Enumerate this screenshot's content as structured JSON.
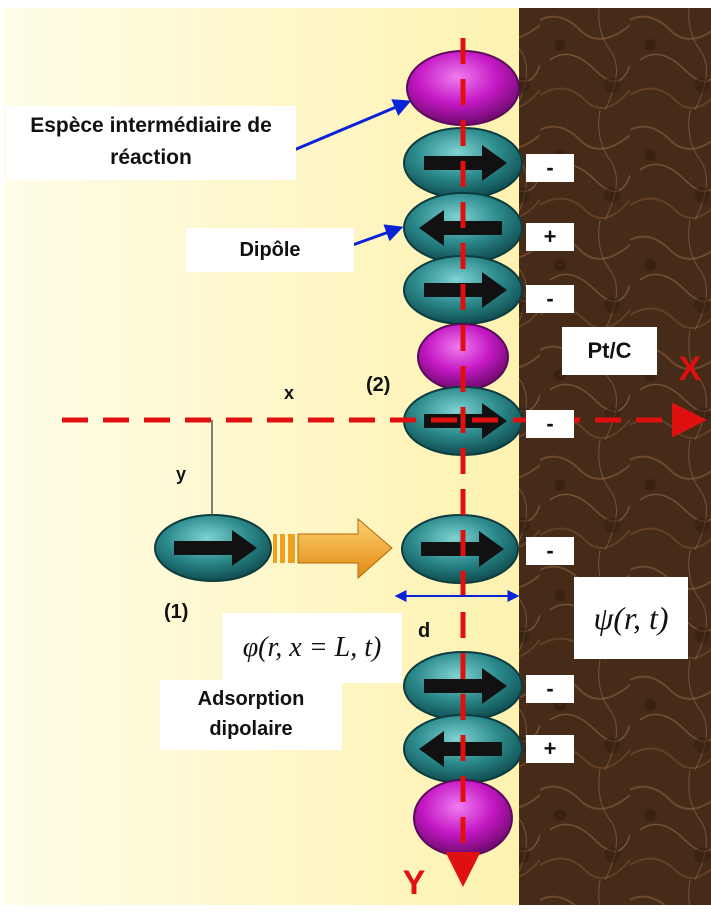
{
  "labels": {
    "intermediate": "Espèce intermédiaire de réaction",
    "dipole": "Dipôle",
    "ptc": "Pt/C",
    "axis_x": "X",
    "axis_y": "Y",
    "coord_x": "x",
    "coord_y": "y",
    "step1": "(1)",
    "step2": "(2)",
    "distance": "d",
    "phi_formula": "φ(r, x = L, t)",
    "psi_formula": "ψ(r, t)",
    "adsorption": "Adsorption dipolaire"
  },
  "signs": [
    "-",
    "+",
    "-",
    "-",
    "-",
    "-",
    "+"
  ],
  "colors": {
    "background": "#fffbd6",
    "electrode": "#5a3a22",
    "dipole_body": "#2c8a8c",
    "intermediate": "#c418c4",
    "axis": "#e01010",
    "pointer": "#0a22d8",
    "transfer_arrow": "#f0a020"
  }
}
